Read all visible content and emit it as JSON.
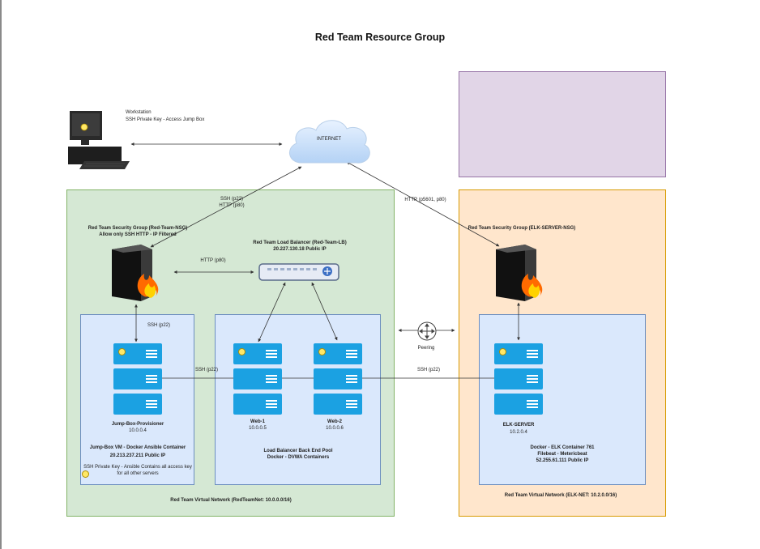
{
  "title": "Red Team Resource Group",
  "workstation": {
    "name": "Workstation",
    "note": "SSH Private Key - Access Jump Box"
  },
  "internet": {
    "label": "INTERNET"
  },
  "links": {
    "ssh_http_in": "SSH (p22)",
    "ssh_http_in_2": "HTTP (p80)",
    "http_elk": "HTTP (p5601, p80)",
    "http_fw_lb": "HTTP (p80)",
    "ssh_fw_jump": "SSH (p22)",
    "ssh_jump_web": "SSH (p22)",
    "ssh_web_elk": "SSH (p22)",
    "peering": "Peering"
  },
  "red_nsg": {
    "name": "Red Team Security Group (Red-Team-NSG)",
    "rule": "Allow only SSH HTTP - IP Filtered"
  },
  "lb": {
    "name": "Red Team Load Balancer (Red-Team-LB)",
    "ip": "20.227.130.18 Public IP"
  },
  "jump": {
    "name": "Jump-Box-Provisioner",
    "ip": "10.0.0.4",
    "vm": "Jump-Box VM - Docker Ansible Container",
    "public_ip": "20.213.237.211 Public IP",
    "key_note_1": "SSH Private Key - Ansible Contains all access key",
    "key_note_2": "for all other servers"
  },
  "web1": {
    "name": "Web-1",
    "ip": "10.0.0.5"
  },
  "web2": {
    "name": "Web-2",
    "ip": "10.0.0.6"
  },
  "pool": {
    "name": "Load Balancer Back End Pool",
    "desc": "Docker - DVWA Containers"
  },
  "red_vnet": {
    "name": "Red Team Virtual Network  (RedTeamNet: 10.0.0.0/16)"
  },
  "elk_nsg": {
    "name": "Red Team Security Group (ELK-SERVER-NSG)"
  },
  "elk": {
    "name": "ELK-SERVER",
    "ip": "10.2.0.4",
    "c1": "Docker - ELK Container 761",
    "c2": "Filebeat - Metericbeat",
    "public_ip": "52.255.61.111 Public IP"
  },
  "elk_vnet": {
    "name": "Red Team Virtual Network  (ELK-NET: 10.2.0.0/16)"
  },
  "colors": {
    "green_fill": "#d5e8d4",
    "orange_fill": "#ffe6cc",
    "purple_fill": "#e1d5e7",
    "blue_fill": "#dae8fc",
    "server_blue": "#1ba1e2"
  },
  "icons": [
    "workstation-icon",
    "cloud-icon",
    "firewall-icon",
    "load-balancer-icon",
    "server-icon",
    "router-icon",
    "key-icon"
  ]
}
